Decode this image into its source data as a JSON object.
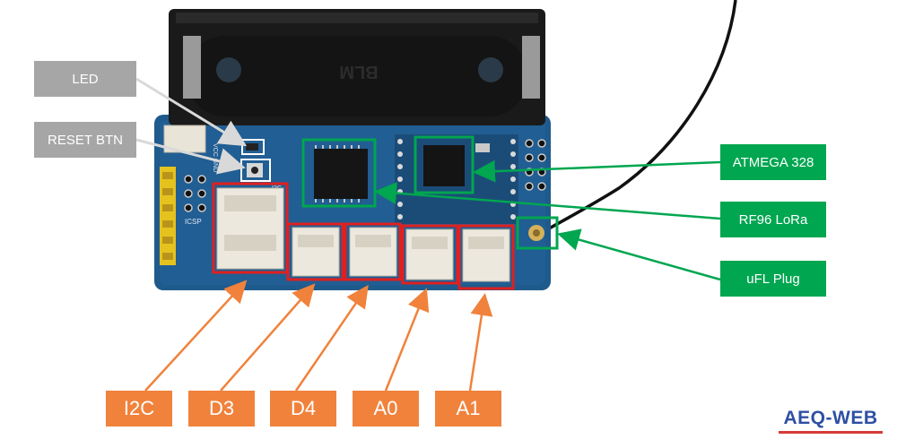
{
  "callouts": {
    "led": "LED",
    "reset": "RESET BTN",
    "atmega": "ATMEGA 328",
    "rf96": "RF96 LoRa",
    "ufl": "uFL Plug"
  },
  "connectors": {
    "i2c": "I2C",
    "d3": "D3",
    "d4": "D4",
    "a0": "A0",
    "a1": "A1"
  },
  "logo": "AEQ-WEB",
  "board_print": {
    "holder_brand": "BLM",
    "icsp": "ICSP",
    "vcc_gnd": "VCC GND",
    "i2c_mark": "I2C"
  },
  "colors": {
    "pcb": "#1f5a8c",
    "callout_gray": "#a6a6a6",
    "callout_green": "#00a650",
    "callout_orange": "#f0823c",
    "highlight_red": "#e02020",
    "logo_blue": "#2e4fa3",
    "logo_red": "#d83a3a"
  }
}
